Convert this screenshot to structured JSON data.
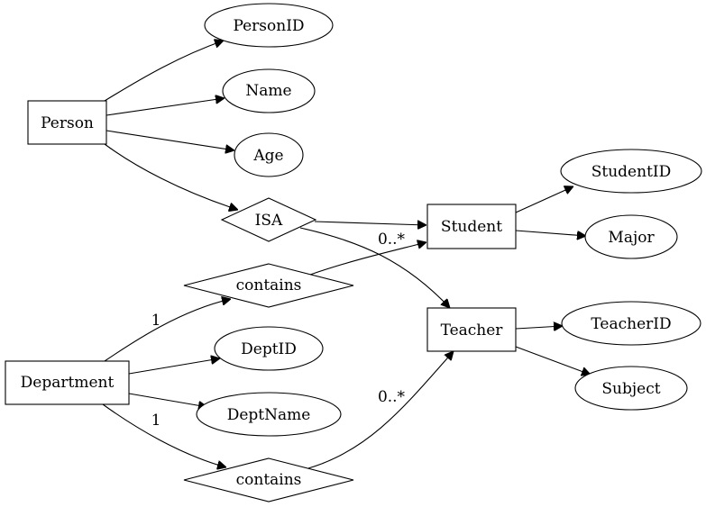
{
  "diagram": {
    "entities": {
      "person": "Person",
      "student": "Student",
      "teacher": "Teacher",
      "department": "Department"
    },
    "attributes": {
      "person_id": "PersonID",
      "name": "Name",
      "age": "Age",
      "student_id": "StudentID",
      "major": "Major",
      "teacher_id": "TeacherID",
      "subject": "Subject",
      "dept_id": "DeptID",
      "dept_name": "DeptName"
    },
    "relationships": {
      "isa": "ISA",
      "contains_students": "contains",
      "contains_teachers": "contains"
    },
    "cardinalities": {
      "dept_contains_students_one": "1",
      "contains_students_many": "0..*",
      "dept_contains_teachers_one": "1",
      "contains_teachers_many": "0..*"
    }
  }
}
